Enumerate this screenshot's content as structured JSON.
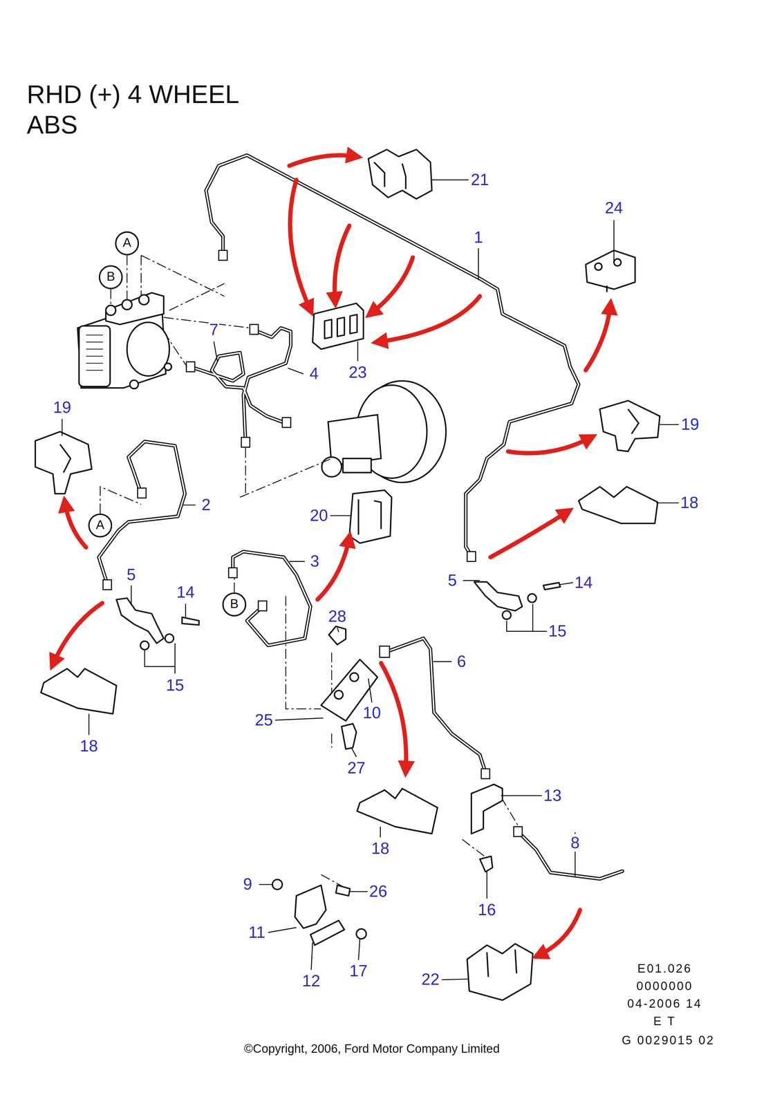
{
  "diagram": {
    "title": "RHD (+) 4 WHEEL ABS",
    "nodes": [
      {
        "text": [
          "A"
        ]
      },
      {
        "text": [
          "B"
        ]
      },
      {
        "text": [
          "A"
        ]
      },
      {
        "text": [
          "B"
        ]
      }
    ],
    "labels": [
      "21",
      "24",
      "1",
      "7",
      "4",
      "23",
      "19",
      "19",
      "2",
      "18",
      "20",
      "3",
      "5",
      "14",
      "5",
      "14",
      "15",
      "28",
      "6",
      "15",
      "10",
      "25",
      "18",
      "27",
      "13",
      "18",
      "8",
      "9",
      "26",
      "16",
      "11",
      "17",
      "12",
      "22",
      "E01.026",
      "0000000",
      "04-2006 14",
      "E T",
      "G 0029015 02",
      "©Copyright, 2006, Ford Motor Company Limited"
    ]
  }
}
